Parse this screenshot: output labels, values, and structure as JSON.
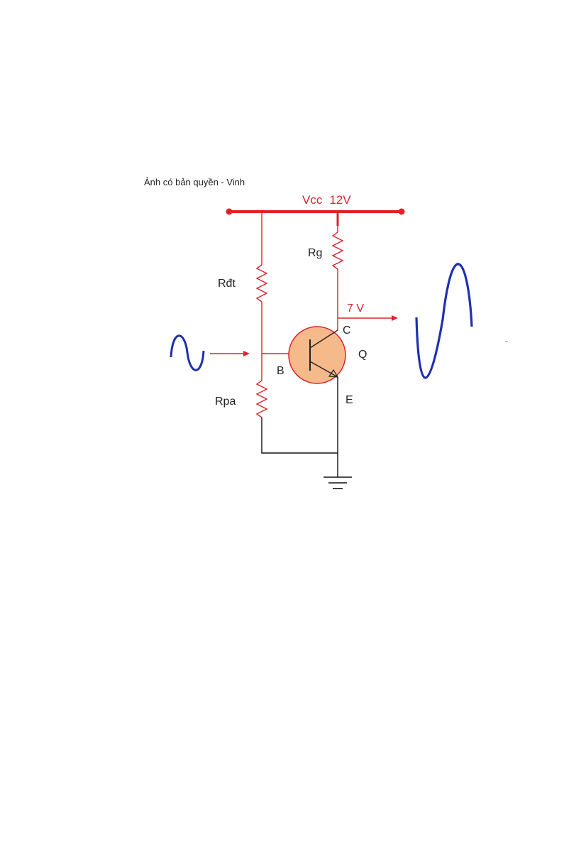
{
  "caption": "Ảnh có bản quyền - Vinh",
  "supply": {
    "name": "Vcc",
    "voltage": "12V"
  },
  "resistors": {
    "bias_top": "Rđt",
    "bias_bottom": "Rpa",
    "collector": "Rg"
  },
  "transistor": {
    "name": "Q",
    "collector": "C",
    "base": "B",
    "emitter": "E"
  },
  "output_voltage": "7 V",
  "colors": {
    "supply_wire": "#e0222a",
    "signal_wire": "#d9232d",
    "ground_wire": "#111111",
    "transistor_fill": "#f6b98a",
    "waveform": "#1e2fb0"
  }
}
